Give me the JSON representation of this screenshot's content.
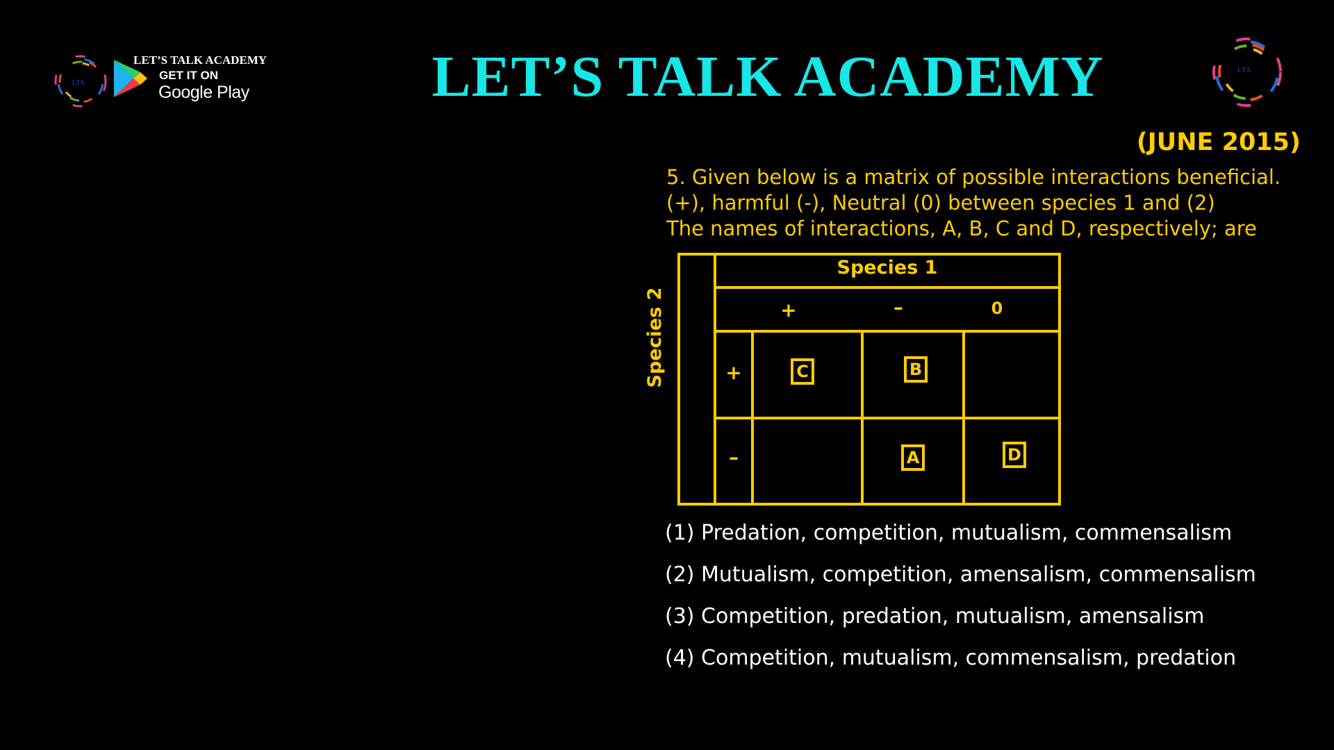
{
  "header": {
    "title": "LET’S TALK ACADEMY",
    "brand": "LET’S TALK ACADEMY",
    "store_line1": "GET IT ON",
    "store_line2": "Google Play",
    "logo_text": "LTA"
  },
  "question": {
    "year": "(JUNE 2015)",
    "lines": [
      "5. Given below is a matrix of possible interactions beneficial.",
      "(+), harmful (-), Neutral (0) between species 1 and (2)",
      "The names of interactions, A, B, C and D, respectively; are"
    ],
    "matrix": {
      "col_header": "Species 1",
      "row_header": "Species 2",
      "col_signs": [
        "+",
        "–",
        "0"
      ],
      "row_signs": [
        "+",
        "–"
      ],
      "cells": {
        "C": "C",
        "B": "B",
        "A": "A",
        "D": "D"
      }
    },
    "options": [
      "(1) Predation, competition, mutualism, commensalism",
      "(2) Mutualism, competition, amensalism, commensalism",
      "(3) Competition, predation, mutualism, amensalism",
      "(4) Competition, mutualism, commensalism, predation"
    ]
  },
  "colors": {
    "title": "#19e6e6",
    "question": "#ffcc00",
    "options": "#ffffff",
    "background": "#000000"
  }
}
